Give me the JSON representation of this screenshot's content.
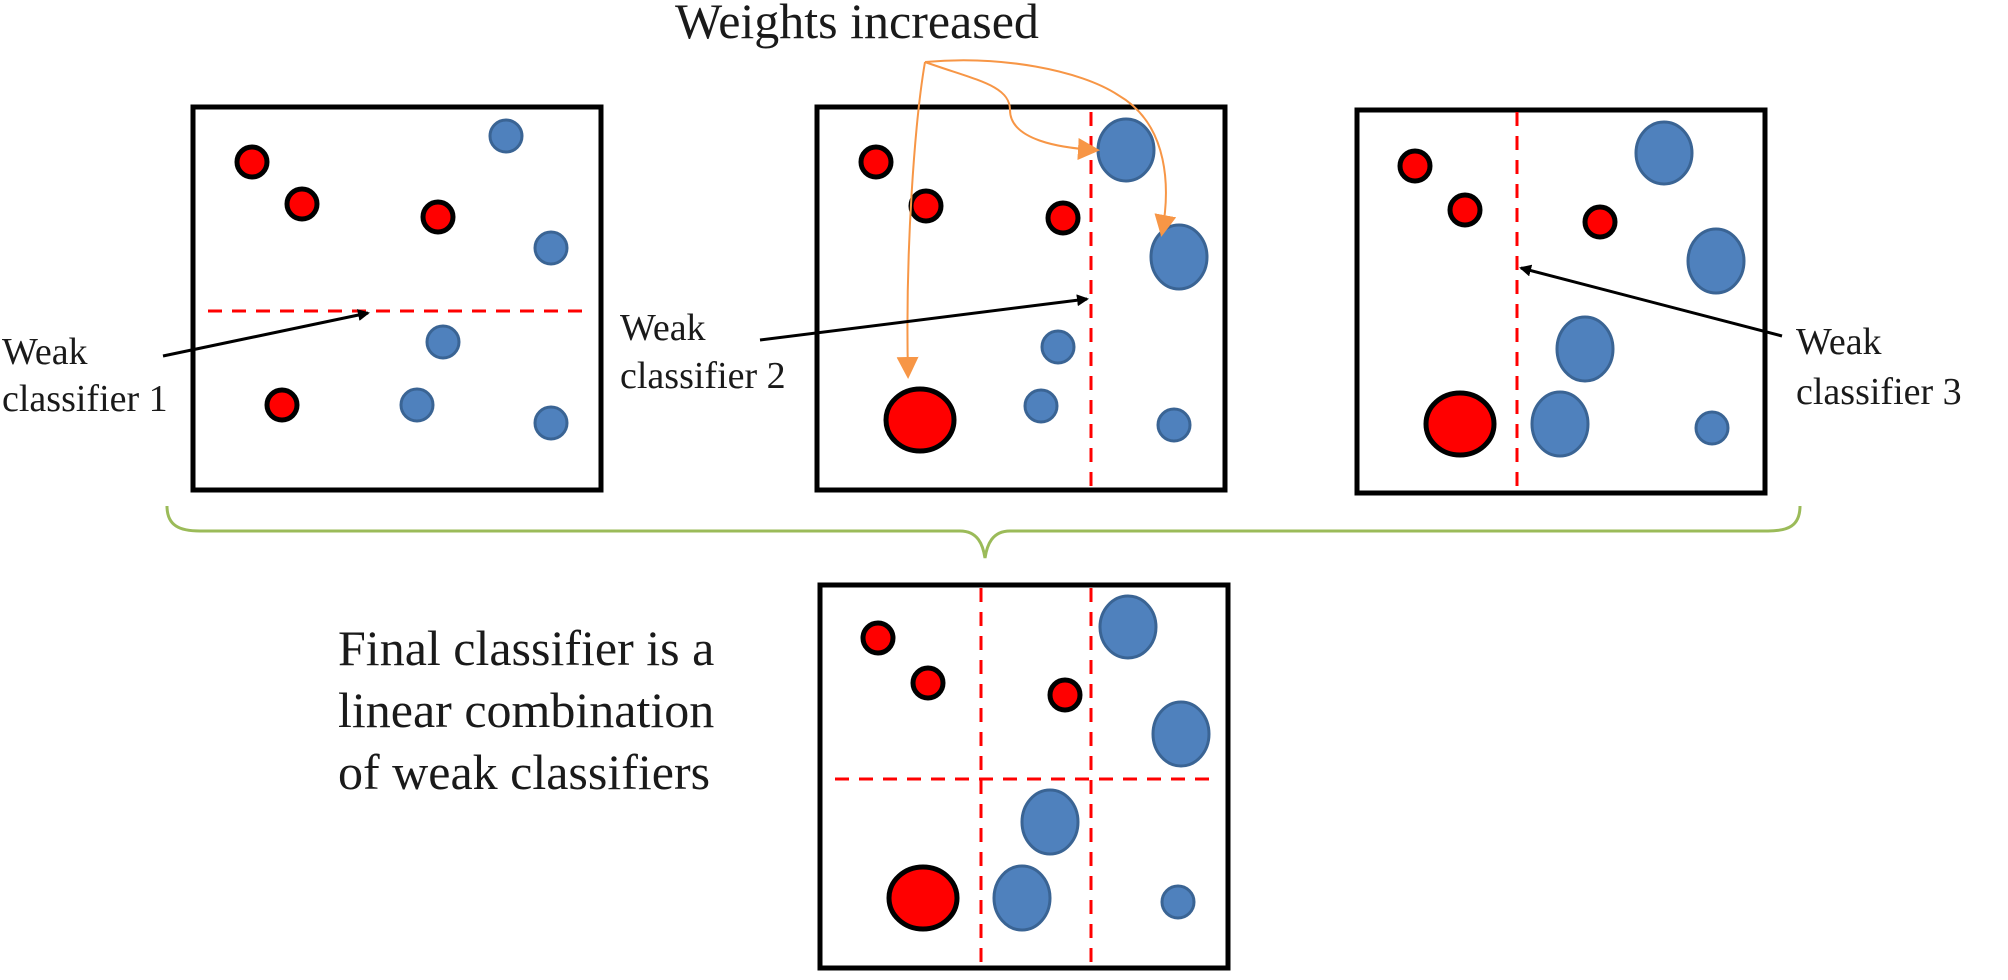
{
  "title": "Weights increased",
  "labels": {
    "weak1_line1": "Weak",
    "weak1_line2": "classifier 1",
    "weak2_line1": "Weak",
    "weak2_line2": "classifier 2",
    "weak3_line1": "Weak",
    "weak3_line2": "classifier 3",
    "final_line1": "Final classifier is a",
    "final_line2": "linear combination",
    "final_line3": "of weak classifiers"
  },
  "colors": {
    "negative_fill": "#ff0000",
    "negative_stroke": "#000000",
    "positive_fill": "#4f81bd",
    "positive_stroke": "#3a6494",
    "boundary": "#ff0000",
    "weight_arrow": "#f79646",
    "pointer_arrow": "#000000",
    "brace": "#9bbb59",
    "box_border": "#000000"
  }
}
